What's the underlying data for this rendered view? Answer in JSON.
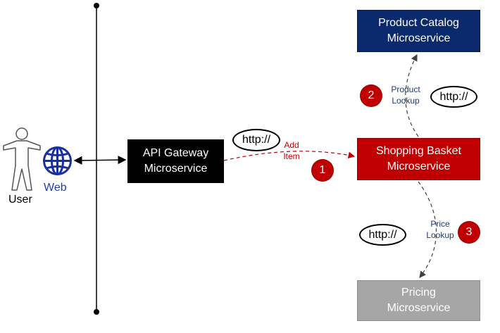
{
  "actors": {
    "user": {
      "label": "User",
      "icon": "user-icon"
    },
    "web": {
      "label": "Web",
      "icon": "globe-icon"
    }
  },
  "services": {
    "catalog": {
      "line1": "Product Catalog",
      "line2": "Microservice",
      "color": "#0b2a6e"
    },
    "gateway": {
      "line1": "API Gateway",
      "line2": "Microservice",
      "color": "#000000"
    },
    "basket": {
      "line1": "Shopping Basket",
      "line2": "Microservice",
      "color": "#c00000"
    },
    "pricing": {
      "line1": "Pricing",
      "line2": "Microservice",
      "color": "#a6a6a6"
    }
  },
  "protocols": {
    "add_item": "http://",
    "product_lookup": "http://",
    "price_lookup": "http://"
  },
  "steps": {
    "add_item": "1",
    "product_lookup": "2",
    "price_lookup": "3"
  },
  "edge_labels": {
    "add_item": {
      "line1": "Add",
      "line2": "Item"
    },
    "product_lookup": {
      "line1": "Product",
      "line2": "Lookup"
    },
    "price_lookup": {
      "line1": "Price",
      "line2": "Lookup"
    }
  },
  "colors": {
    "step_red": "#c00000",
    "lookup_text": "#1f3a6e",
    "web_blue": "#1f3fa8"
  }
}
